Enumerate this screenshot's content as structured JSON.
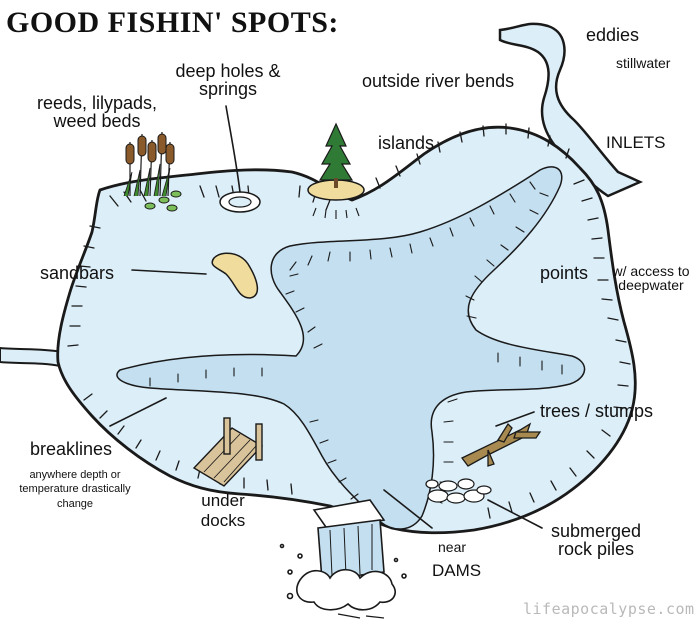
{
  "title": "GOOD FISHIN' SPOTS:",
  "labels": {
    "eddies": "eddies",
    "stillwater": "stillwater",
    "outside_bends": "outside river bends",
    "inlets": "INLETS",
    "islands": "islands",
    "deep_holes": "deep holes &",
    "springs": "springs",
    "reeds_1": "reeds, lilypads,",
    "reeds_2": "weed beds",
    "sandbars": "sandbars",
    "points": "points",
    "access_1": "w/ access to",
    "access_2": "deepwater",
    "trees": "trees / stumps",
    "breaklines": "breaklines",
    "breaklines_note_1": "anywhere depth or",
    "breaklines_note_2": "temperature drastically",
    "breaklines_note_3": "change",
    "under": "under",
    "docks": "docks",
    "submerged": "submerged",
    "rock_piles": "rock piles",
    "near": "near",
    "dams": "DAMS"
  },
  "watermark": "lifeapocalypse.com",
  "colors": {
    "water": "#dceef8",
    "deep_water": "#c4dff0",
    "outline": "#1a1a1a",
    "reed_green": "#3e8a2c",
    "cattail_brown": "#8a5a2a",
    "sand": "#f0dc9c",
    "driftwood": "#a88a50",
    "dock_wood": "#d9c39a"
  }
}
